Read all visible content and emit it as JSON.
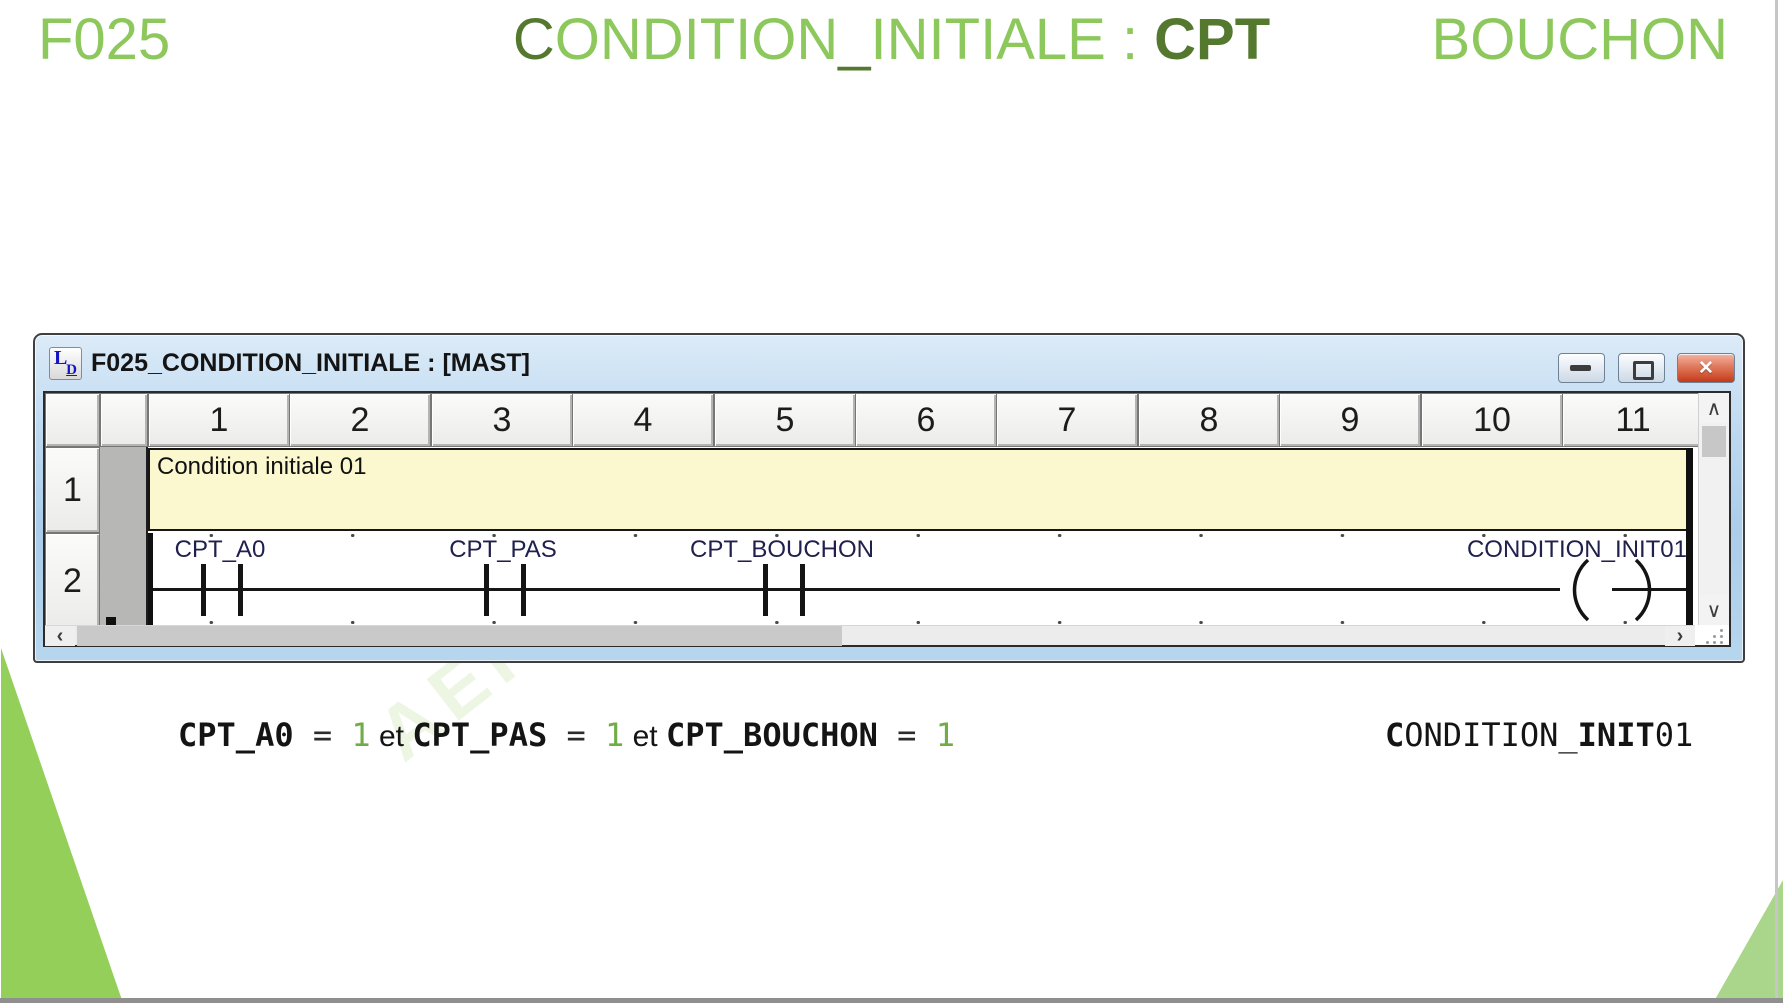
{
  "colors": {
    "light_green": "#8dc85c",
    "dark_green": "#55782f",
    "value_green": "#70ad47",
    "titlebar_blue": "#b9d7ef",
    "comment_yellow": "#fbf8cf"
  },
  "header": {
    "left_title": "F025",
    "center": {
      "p0": "C",
      "p1": "ONDITION",
      "p2": "_",
      "p3": "INITIALE",
      "p4": " : ",
      "p5": "CPT"
    },
    "right_title": "BOUCHON"
  },
  "watermark": "AEI FORM",
  "window": {
    "title": "F025_CONDITION_INITIALE : [MAST]",
    "icon": {
      "l": "L",
      "d": "D"
    },
    "close_glyph": "✕",
    "columns": [
      "1",
      "2",
      "3",
      "4",
      "5",
      "6",
      "7",
      "8",
      "9",
      "10",
      "11"
    ],
    "rows": [
      "1",
      "2"
    ],
    "comment": "Condition initiale 01",
    "contacts": [
      {
        "label": "CPT_A0"
      },
      {
        "label": "CPT_PAS"
      },
      {
        "label": "CPT_BOUCHON"
      }
    ],
    "coil_label": "CONDITION_INIT01",
    "scroll": {
      "up": "∧",
      "down": "∨",
      "left": "‹",
      "right": "›"
    }
  },
  "equation": {
    "parts": [
      "CPT_A0",
      " = ",
      "1",
      " et ",
      "CPT_PAS",
      " = ",
      "1",
      " et ",
      "CPT_BOUCHON",
      " = ",
      "1"
    ]
  },
  "output": {
    "parts": [
      "C",
      "ONDITION_",
      "INIT",
      "01"
    ]
  }
}
